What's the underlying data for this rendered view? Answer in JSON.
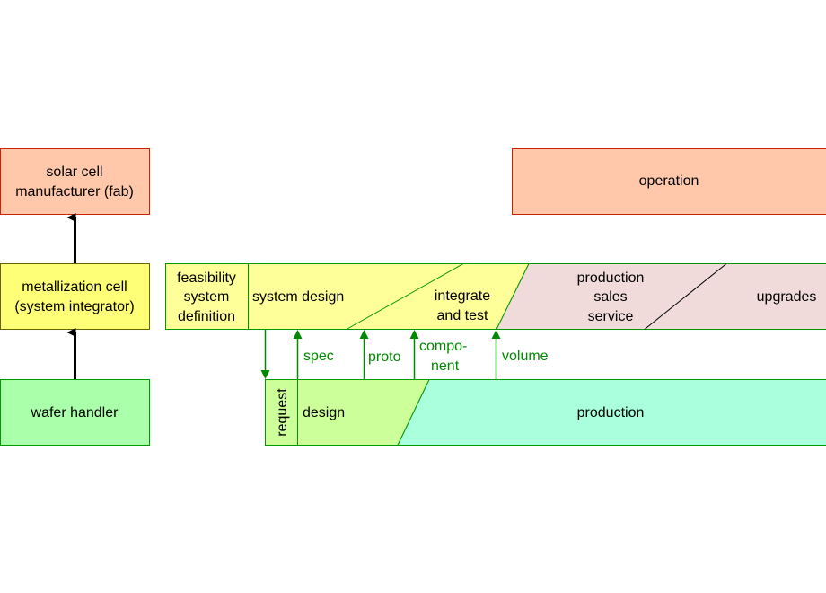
{
  "roles": {
    "fab": {
      "line1": "solar cell",
      "line2": "manufacturer (fab)"
    },
    "integrator": {
      "line1": "metallization cell",
      "line2": "(system integrator)"
    },
    "handler": {
      "label": "wafer handler"
    }
  },
  "timeline": {
    "operation": "operation",
    "integrator_lane": {
      "feasibility": [
        "feasibility",
        "system",
        "definition"
      ],
      "system_design": "system design",
      "integrate_test": [
        "integrate",
        "and test"
      ],
      "production_sales": [
        "production",
        "sales",
        "service"
      ],
      "upgrades": "upgrades"
    },
    "handler_lane": {
      "request": "request",
      "design": "design",
      "production": "production"
    },
    "interactions": {
      "spec": "spec",
      "proto": "proto",
      "component": [
        "compo-",
        "nent"
      ],
      "volume": "volume"
    }
  },
  "colors": {
    "operation_fill": "#ffc8aa",
    "operation_stroke": "#cc2200",
    "integrator_fill": "#ffff77",
    "integrator_stroke": "#666600",
    "lane_light": "#ffff99",
    "lane_stroke": "#009900",
    "production_sales_fill": "#f0dada",
    "handler_fill": "#aaffaa",
    "design_fill": "#ccff99",
    "production_fill": "#aaffdd",
    "arrow_green": "#008800"
  }
}
